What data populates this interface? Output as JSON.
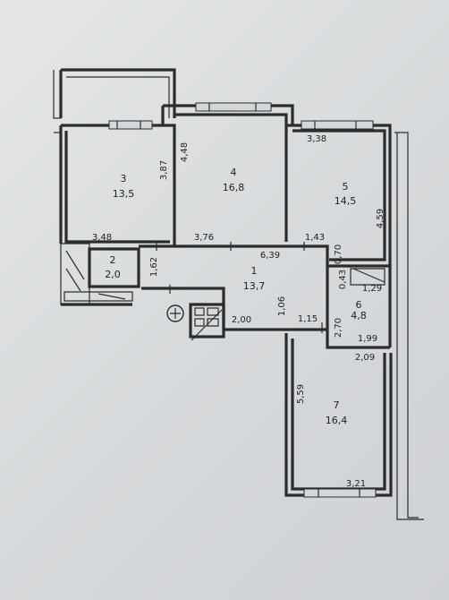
{
  "rooms": [
    {
      "number": "1",
      "area": "13,7"
    },
    {
      "number": "2",
      "area": "2,0"
    },
    {
      "number": "3",
      "area": "13,5"
    },
    {
      "number": "4",
      "area": "16,8"
    },
    {
      "number": "5",
      "area": "14,5"
    },
    {
      "number": "6",
      "area": "4,8"
    },
    {
      "number": "7",
      "area": "16,4"
    }
  ],
  "dimensions": {
    "d_3_87": "3,87",
    "d_4_48": "4,48",
    "d_3_38": "3,38",
    "d_4_59": "4,59",
    "d_3_48": "3,48",
    "d_3_76": "3,76",
    "d_6_39": "6,39",
    "d_1_43": "1,43",
    "d_0_70": "0,70",
    "d_1_62": "1,62",
    "d_0_43": "0,43",
    "d_1_29": "1,29",
    "d_1_06": "1,06",
    "d_2_00": "2,00",
    "d_1_15": "1,15",
    "d_2_70": "2,70",
    "d_1_99": "1,99",
    "d_2_09": "2,09",
    "d_5_59": "5,59",
    "d_3_21": "3,21"
  }
}
